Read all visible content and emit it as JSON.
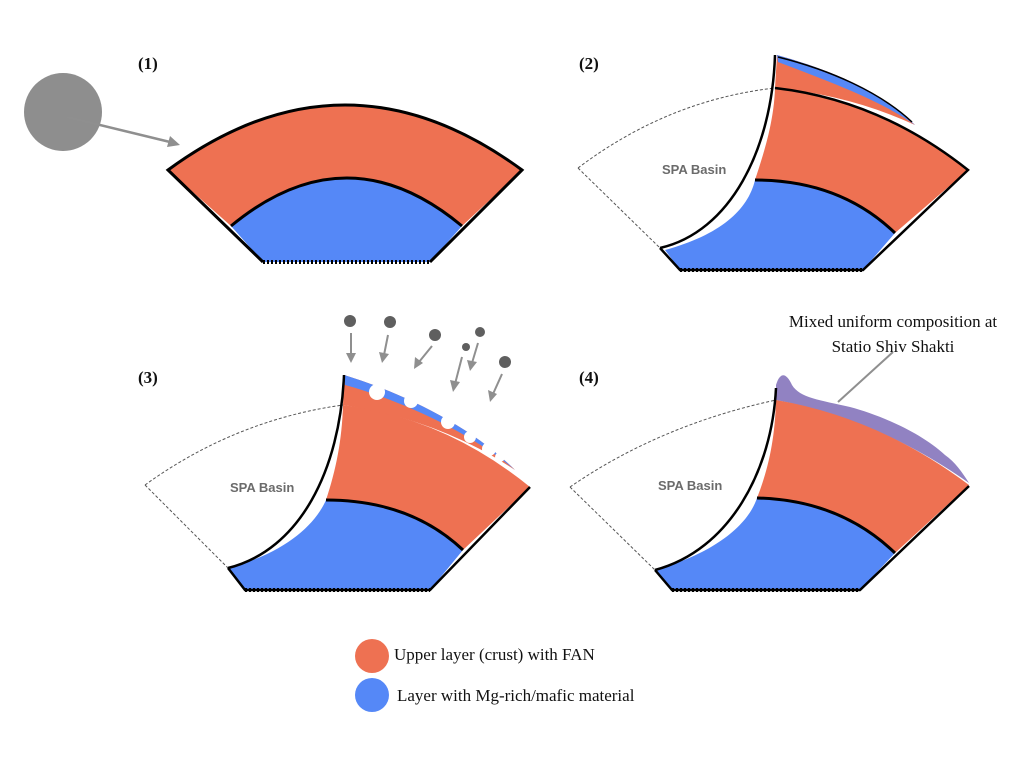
{
  "panels": [
    {
      "number": "(1)"
    },
    {
      "number": "(2)",
      "basin_label": "SPA Basin"
    },
    {
      "number": "(3)",
      "basin_label": "SPA Basin"
    },
    {
      "number": "(4)",
      "basin_label": "SPA Basin"
    }
  ],
  "callout": {
    "line1": "Mixed uniform composition at",
    "line2": "Statio Shiv Shakti"
  },
  "legend": [
    {
      "label": "Upper layer (crust) with FAN",
      "color": "#EE7152"
    },
    {
      "label": "Layer with Mg-rich/mafic material",
      "color": "#5588F7"
    }
  ],
  "colors": {
    "crust": "#EE7152",
    "mafic": "#5588F7",
    "mixed": "#9182C2",
    "impactor": "#8E8E8E",
    "arrow": "#8F8F8F",
    "outline": "#000000"
  }
}
